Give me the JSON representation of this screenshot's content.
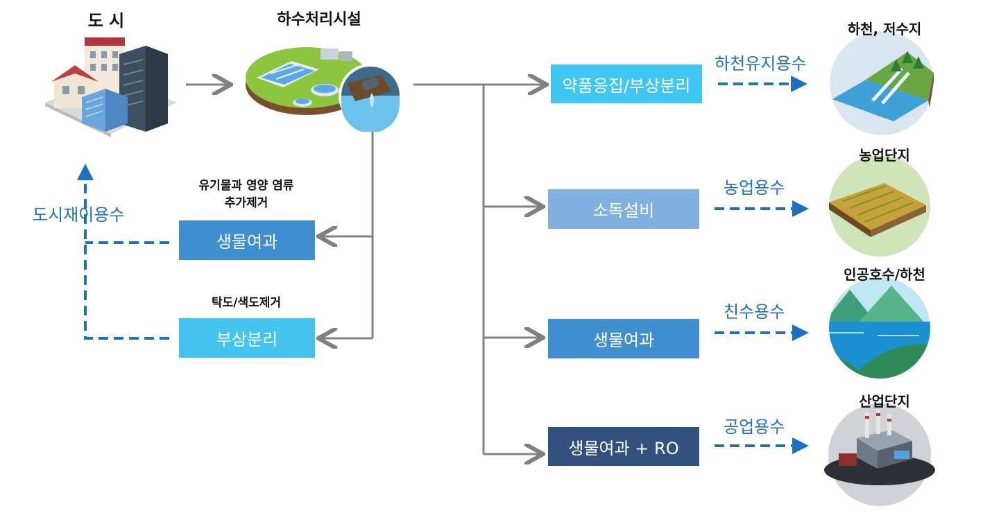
{
  "labels": {
    "city": "도 시",
    "plant": "하수처리시설",
    "organic_removal": "유기물과 영양 염류\n추가제거",
    "turbidity_removal": "탁도/색도제거",
    "city_reuse": "도시재이용수"
  },
  "left_boxes": [
    {
      "label": "생물여과",
      "color": "#3f8fd0"
    },
    {
      "label": "부상분리",
      "color": "#44c4f0"
    }
  ],
  "process_boxes": [
    {
      "label": "약품응집/부상분리",
      "color": "#3fc6f2"
    },
    {
      "label": "소독설비",
      "color": "#7fb0e0"
    },
    {
      "label": "생물여과",
      "color": "#3f8fd0"
    },
    {
      "label": "생물여과 + RO",
      "color": "#33507f"
    }
  ],
  "water_uses": [
    {
      "use": "하천유지용수",
      "destination": "하천, 저수지"
    },
    {
      "use": "농업용수",
      "destination": "농업단지"
    },
    {
      "use": "친수용수",
      "destination": "인공호수/하천"
    },
    {
      "use": "공업용수",
      "destination": "산업단지"
    }
  ],
  "colors": {
    "arrow_gray": "#808080",
    "dashed_blue": "#1f6fbf"
  }
}
